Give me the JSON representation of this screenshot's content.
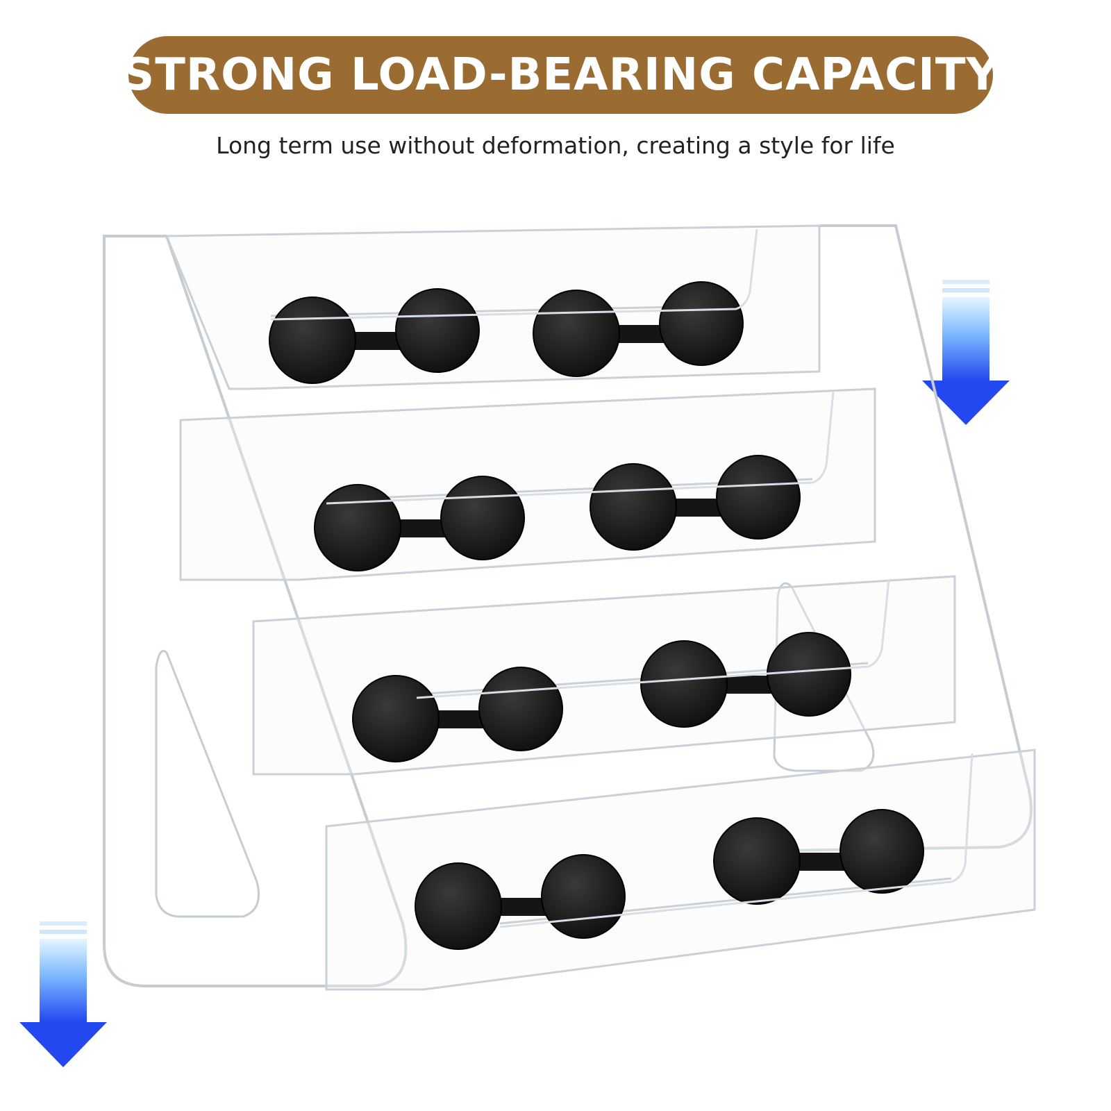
{
  "banner": {
    "text": "STRONG LOAD-BEARING CAPACITY",
    "color": "#9a6c32"
  },
  "subtitle": "Long term use without deformation, creating a style for life",
  "product": {
    "shelf_tiers": 4,
    "dumbbells_per_tier": 2,
    "material": "clear acrylic"
  },
  "colors": {
    "arrow_blue": "#2f5ef5",
    "dumbbell": "#151515",
    "acrylic_edge": "#c9d0d6"
  },
  "icons": {
    "arrow": "down-arrow-icon"
  }
}
